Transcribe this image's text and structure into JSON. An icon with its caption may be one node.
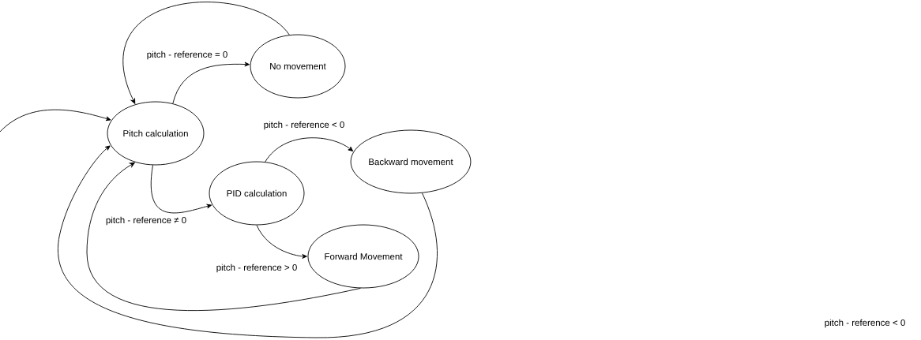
{
  "diagram": {
    "nodes": [
      {
        "text": [
          "Pitch calculation"
        ]
      },
      {
        "text": [
          "No movement"
        ]
      },
      {
        "text": [
          "PID calculation"
        ]
      },
      {
        "text": [
          "Backward movement"
        ]
      },
      {
        "text": [
          "Forward Movement"
        ]
      }
    ],
    "edges": [
      {
        "from": null,
        "to": 0,
        "arrow": "to"
      },
      {
        "from": 0,
        "to": 1,
        "arrow": "to",
        "label": "pitch - reference = 0"
      },
      {
        "from": 1,
        "to": 0,
        "arrow": "to"
      },
      {
        "from": 0,
        "to": 2,
        "arrow": "to",
        "label": "pitch - reference ≠ 0"
      },
      {
        "from": 2,
        "to": 3,
        "arrow": "to",
        "label": "pitch - reference < 0"
      },
      {
        "from": 2,
        "to": 4,
        "arrow": "to",
        "label": "pitch - reference > 0"
      },
      {
        "from": 4,
        "to": 0,
        "arrow": "to"
      },
      {
        "from": 3,
        "to": 0,
        "arrow": "to"
      }
    ],
    "labels": [
      "pitch - reference < 0"
    ]
  }
}
